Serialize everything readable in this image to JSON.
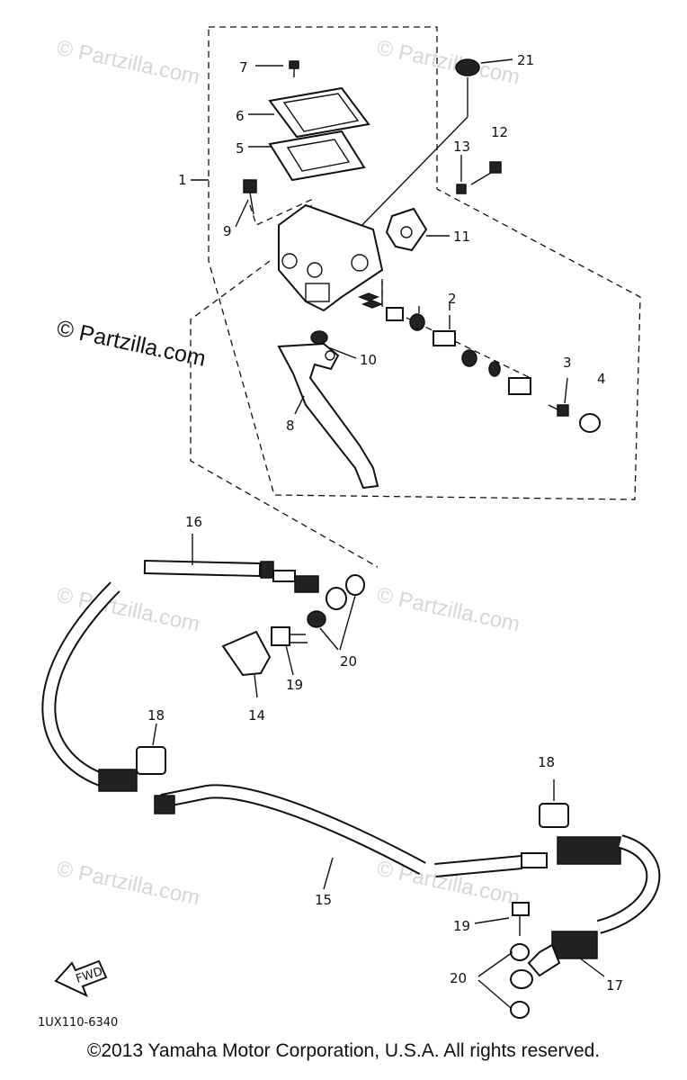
{
  "watermarks": {
    "small": "© Partzilla.com",
    "large": "© Partzilla.com"
  },
  "callouts": {
    "p1": "1",
    "p2": "2",
    "p3": "3",
    "p4": "4",
    "p5": "5",
    "p6": "6",
    "p7": "7",
    "p8": "8",
    "p9": "9",
    "p10": "10",
    "p11": "11",
    "p12": "12",
    "p13": "13",
    "p14": "14",
    "p15": "15",
    "p16": "16",
    "p17": "17",
    "p18a": "18",
    "p18b": "18",
    "p19a": "19",
    "p19b": "19",
    "p20a": "20",
    "p20b": "20",
    "p21": "21"
  },
  "fwd_badge": "FWD",
  "diagram_code": "1UX110-6340",
  "copyright": "©2013  Yamaha Motor Corporation, U.S.A. All rights reserved."
}
